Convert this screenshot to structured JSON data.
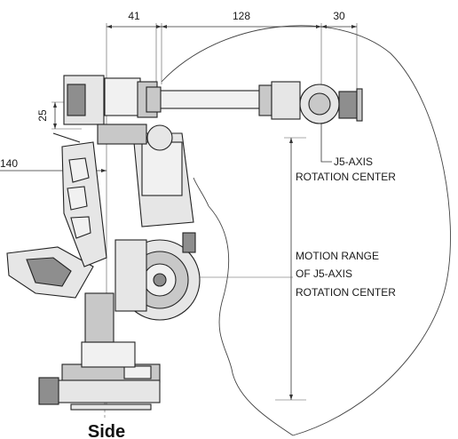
{
  "dimensions": {
    "top_a": "41",
    "top_b": "128",
    "top_c": "30",
    "left_a": "25",
    "left_b": "140"
  },
  "labels": {
    "j5_line1": "J5-AXIS",
    "j5_line2": "ROTATION CENTER",
    "range_line1": "MOTION RANGE",
    "range_line2": "OF J5-AXIS",
    "range_line3": "ROTATION CENTER"
  },
  "view_title": "Side",
  "colors": {
    "robot_fill": "#e6e6e6",
    "robot_dark": "#8e8e8e",
    "line": "#333333"
  }
}
